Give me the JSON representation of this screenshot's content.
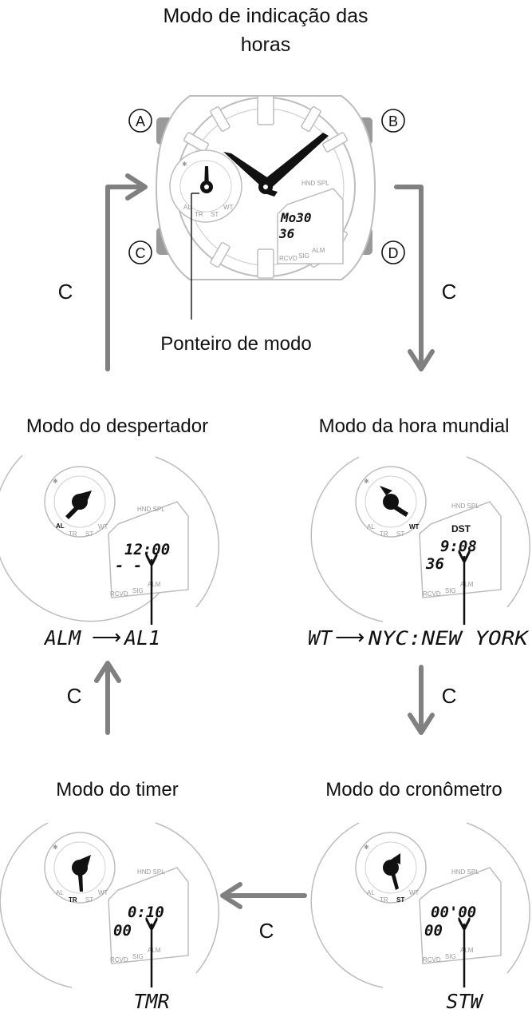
{
  "title": {
    "line1": "Modo de indicação das",
    "line2": "horas"
  },
  "buttons": {
    "a": "A",
    "b": "B",
    "c": "C",
    "d": "D"
  },
  "transition_label": "C",
  "main_watch": {
    "hnd_spl": "HND SPL",
    "sub_dial": {
      "al": "AL",
      "tr": "TR",
      "st": "ST",
      "wt": "WT"
    },
    "lcd_line1": "Mo30",
    "lcd_line2": "36",
    "indicators": {
      "rcvd": "RCVD",
      "sig": "SIG",
      "alm": "ALM"
    },
    "pointer_label": "Ponteiro de modo"
  },
  "modes": {
    "alarm": {
      "title": "Modo do despertador",
      "lcd_line1": "12:00",
      "lcd_line2": "- -",
      "code_left": "ALM",
      "code_right": "AL1"
    },
    "world": {
      "title": "Modo da hora mundial",
      "dst": "DST",
      "lcd_line1": "9:08",
      "lcd_line2": "36",
      "code_left": "WT",
      "code_right": "NYC:NEW YORK"
    },
    "timer": {
      "title": "Modo do timer",
      "lcd_line1": "0:10",
      "lcd_line2": "00",
      "code": "TMR"
    },
    "stopwatch": {
      "title": "Modo do cronômetro",
      "lcd_line1": "00'00",
      "lcd_line2": "00",
      "code": "STW"
    }
  },
  "colors": {
    "arrow": "#808080",
    "outline": "#bdbdbd",
    "ink": "#111111",
    "button": "#9a9a9a"
  }
}
